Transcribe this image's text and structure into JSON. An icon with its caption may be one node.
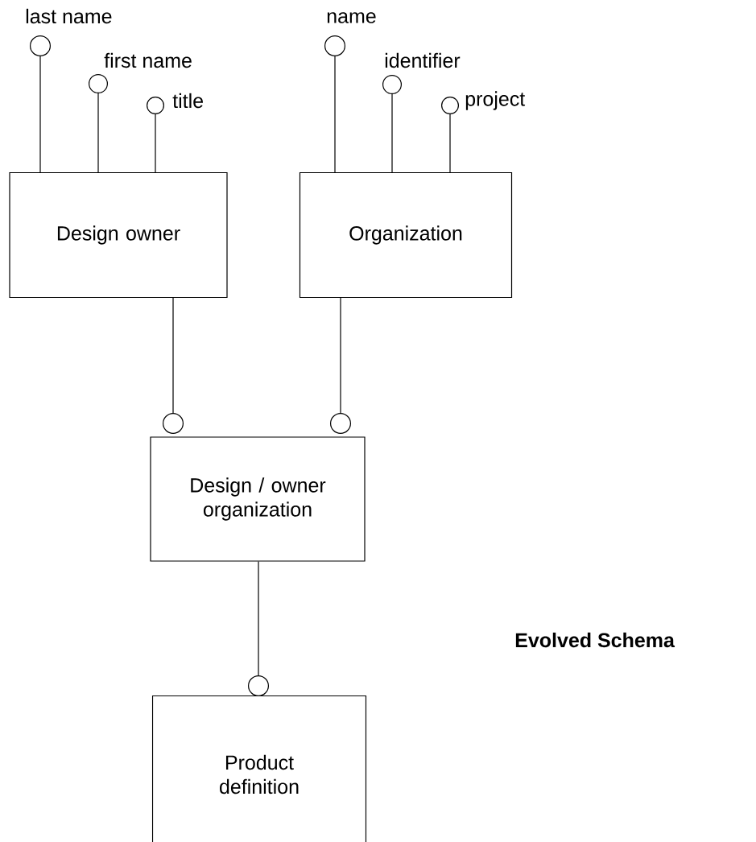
{
  "diagram": {
    "title": "Evolved Schema",
    "nodes": [
      {
        "text": [
          "last name"
        ]
      },
      {
        "text": [
          "first name"
        ]
      },
      {
        "text": [
          "title"
        ]
      },
      {
        "text": [
          "name"
        ]
      },
      {
        "text": [
          "identifier"
        ]
      },
      {
        "text": [
          "project"
        ]
      },
      {
        "text": [
          "Design owner"
        ]
      },
      {
        "text": [
          "Organization"
        ]
      },
      {
        "text": [
          "Design / owner organization"
        ]
      },
      {
        "text": [
          "Product definition"
        ]
      }
    ],
    "edges": [
      {
        "from": 6,
        "to": 0,
        "arrow": "other"
      },
      {
        "from": 6,
        "to": 1,
        "arrow": "other"
      },
      {
        "from": 6,
        "to": 2,
        "arrow": "other"
      },
      {
        "from": 7,
        "to": 3,
        "arrow": "other"
      },
      {
        "from": 7,
        "to": 4,
        "arrow": "other"
      },
      {
        "from": 7,
        "to": 5,
        "arrow": "other"
      },
      {
        "from": 6,
        "to": 8,
        "arrow": "other"
      },
      {
        "from": 7,
        "to": 8,
        "arrow": "other"
      },
      {
        "from": 8,
        "to": 9,
        "arrow": "other"
      }
    ]
  }
}
